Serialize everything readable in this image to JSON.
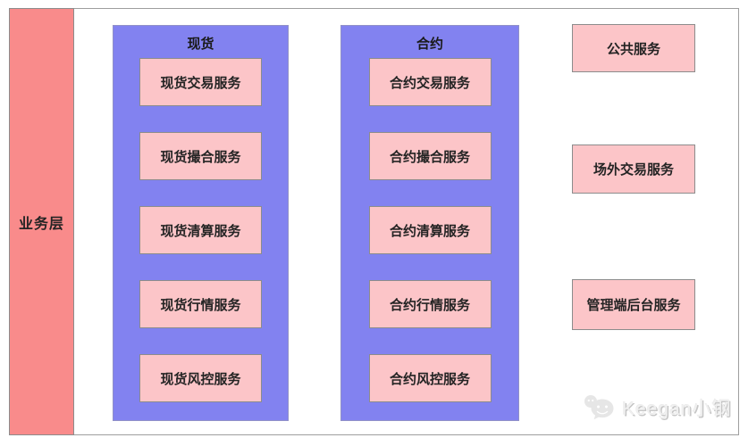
{
  "diagram": {
    "layer_label": "业务层",
    "columns": [
      {
        "title": "现货",
        "services": [
          "现货交易服务",
          "现货撮合服务",
          "现货清算服务",
          "现货行情服务",
          "现货风控服务"
        ]
      },
      {
        "title": "合约",
        "services": [
          "合约交易服务",
          "合约撮合服务",
          "合约清算服务",
          "合约行情服务",
          "合约风控服务"
        ]
      }
    ],
    "standalone_services": [
      "公共服务",
      "场外交易服务",
      "管理端后台服务"
    ],
    "watermark": {
      "icon": "wechat-icon",
      "text": "Keegan小钢"
    },
    "colors": {
      "layer_bar": "#f98b8b",
      "group_column": "#8282f0",
      "service_box": "#fcc5c8",
      "box_border": "#8c8c8c",
      "frame_border": "#9e9e9e",
      "text": "#242424",
      "watermark": "#e3e3e3"
    }
  }
}
